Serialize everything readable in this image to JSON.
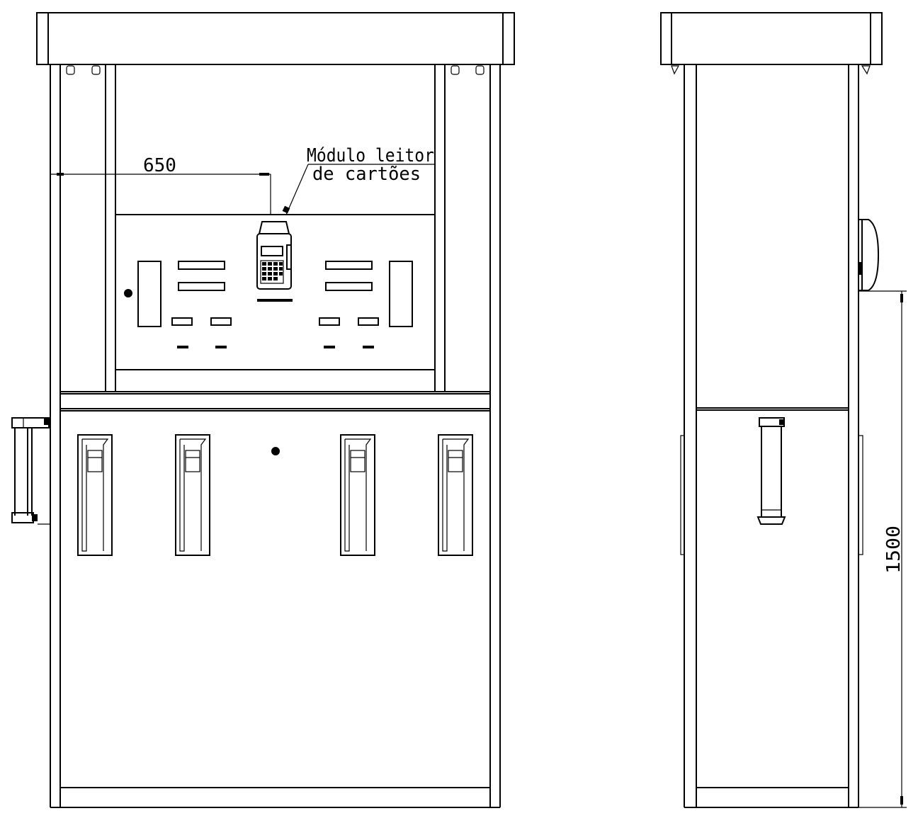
{
  "front_view": {
    "width_dimension": "650",
    "callout_line1": "Módulo leitor",
    "callout_line2": "de cartões"
  },
  "side_view": {
    "height_dimension": "1500"
  }
}
